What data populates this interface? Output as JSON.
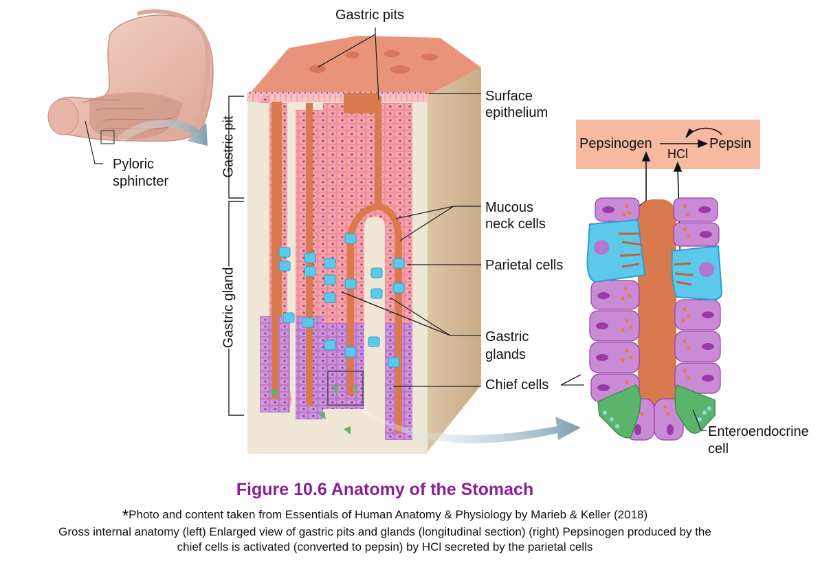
{
  "labels": {
    "gastric_pits": "Gastric pits",
    "surface_epithelium_line1": "Surface",
    "surface_epithelium_line2": "epithelium",
    "pyloric_line1": "Pyloric",
    "pyloric_line2": "sphincter",
    "gastric_pit": "Gastric pit",
    "gastric_gland": "Gastric gland",
    "mucous_line1": "Mucous",
    "mucous_line2": "neck cells",
    "parietal_cells": "Parietal cells",
    "gastric_glands_line1": "Gastric",
    "gastric_glands_line2": "glands",
    "chief_cells": "Chief cells",
    "entero_line1": "Enteroendocrine",
    "entero_line2": "cell"
  },
  "reaction": {
    "substrate": "Pepsinogen",
    "product": "Pepsin",
    "catalyst": "HCl"
  },
  "caption": {
    "title": "Figure 10.6 Anatomy of the Stomach",
    "asterisk": "*",
    "source": "Photo and content taken from Essentials of Human Anatomy & Physiology by Marieb & Keller (2018)",
    "line1": "Gross internal anatomy (left) Enlarged view of gastric pits and glands (longitudinal section) (right) Pepsinogen produced by the",
    "line2": "chief cells is activated (converted to pepsin) by HCl secreted by the parietal cells"
  },
  "colors": {
    "title": "#8b1e97",
    "reaction_box": "#f8b9a1",
    "mucosa": "#e8937a",
    "lumen": "#d87a4e",
    "lamina": "#efe6d5",
    "mucous_cell": "#f08e97",
    "parietal_cell": "#5cc8ea",
    "chief_cell": "#c98bd6",
    "entero_cell": "#5ab56a",
    "arrow": "#8fb0c2"
  }
}
